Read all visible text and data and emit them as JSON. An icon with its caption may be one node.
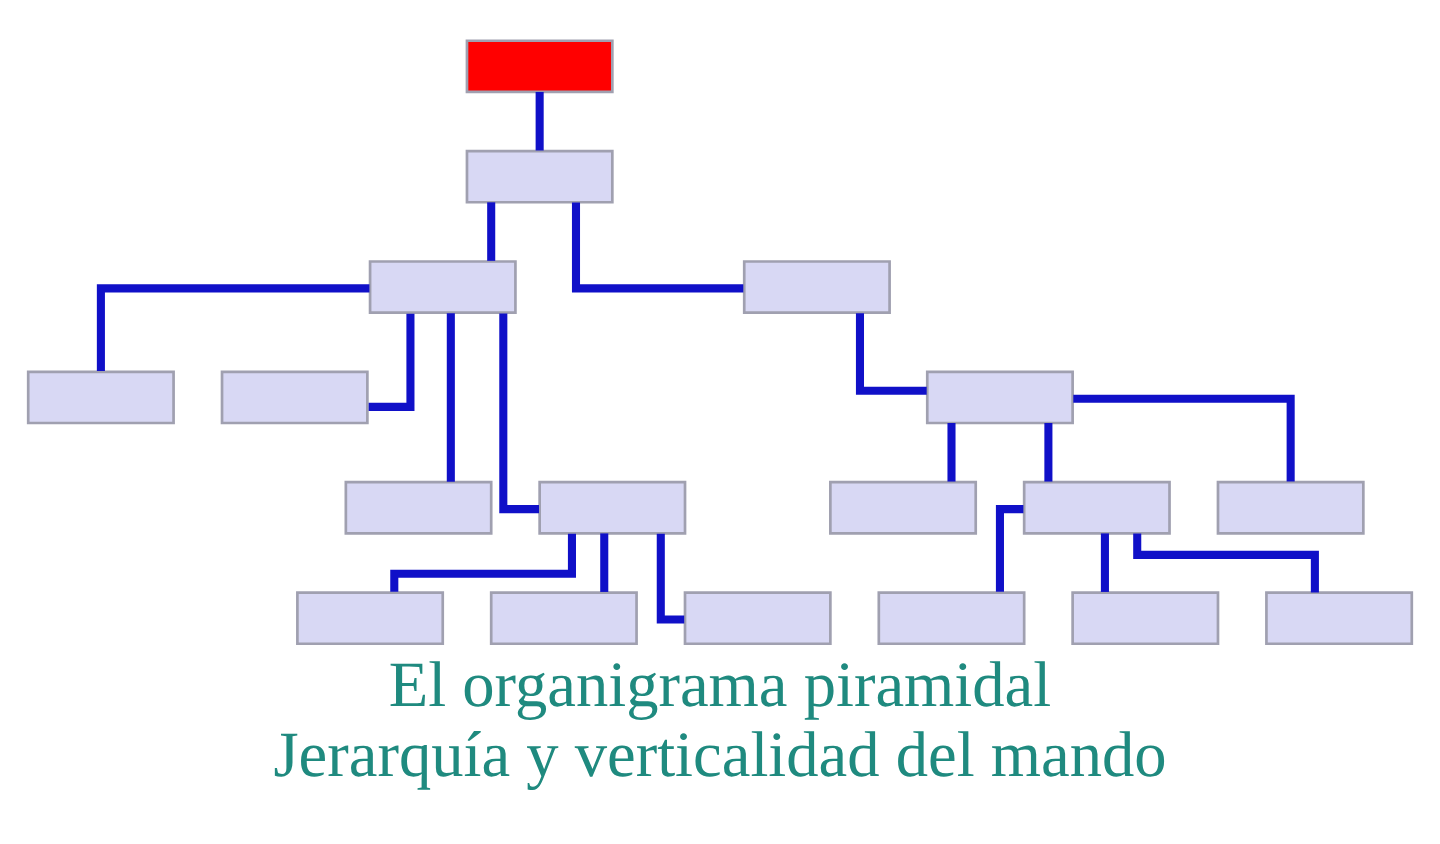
{
  "diagram": {
    "title": "El organigrama piramidal",
    "caption": "Jerarquía y verticalidad del mando",
    "nodes": [
      {
        "text": [],
        "shape": "box"
      },
      {
        "text": [],
        "shape": "box"
      },
      {
        "text": [],
        "shape": "box"
      },
      {
        "text": [],
        "shape": "box"
      },
      {
        "text": [],
        "shape": "box"
      },
      {
        "text": [],
        "shape": "box"
      },
      {
        "text": [],
        "shape": "box"
      },
      {
        "text": [],
        "shape": "box"
      },
      {
        "text": [],
        "shape": "box"
      },
      {
        "text": [],
        "shape": "box"
      },
      {
        "text": [],
        "shape": "box"
      },
      {
        "text": [],
        "shape": "box"
      },
      {
        "text": [],
        "shape": "box"
      },
      {
        "text": [],
        "shape": "box"
      },
      {
        "text": [],
        "shape": "box"
      },
      {
        "text": [],
        "shape": "box"
      },
      {
        "text": [],
        "shape": "box"
      },
      {
        "text": [],
        "shape": "box"
      }
    ],
    "edges": [
      {
        "from": 0,
        "to": 1,
        "arrow": "none"
      },
      {
        "from": 1,
        "to": 2,
        "arrow": "none"
      },
      {
        "from": 1,
        "to": 3,
        "arrow": "none"
      },
      {
        "from": 2,
        "to": 4,
        "arrow": "none"
      },
      {
        "from": 2,
        "to": 5,
        "arrow": "none"
      },
      {
        "from": 2,
        "to": 7,
        "arrow": "none"
      },
      {
        "from": 2,
        "to": 8,
        "arrow": "none"
      },
      {
        "from": 3,
        "to": 6,
        "arrow": "none"
      },
      {
        "from": 6,
        "to": 9,
        "arrow": "none"
      },
      {
        "from": 6,
        "to": 10,
        "arrow": "none"
      },
      {
        "from": 6,
        "to": 11,
        "arrow": "none"
      },
      {
        "from": 8,
        "to": 12,
        "arrow": "none"
      },
      {
        "from": 8,
        "to": 13,
        "arrow": "none"
      },
      {
        "from": 8,
        "to": 14,
        "arrow": "none"
      },
      {
        "from": 10,
        "to": 15,
        "arrow": "none"
      },
      {
        "from": 10,
        "to": 16,
        "arrow": "none"
      },
      {
        "from": 10,
        "to": 17,
        "arrow": "none"
      }
    ]
  }
}
